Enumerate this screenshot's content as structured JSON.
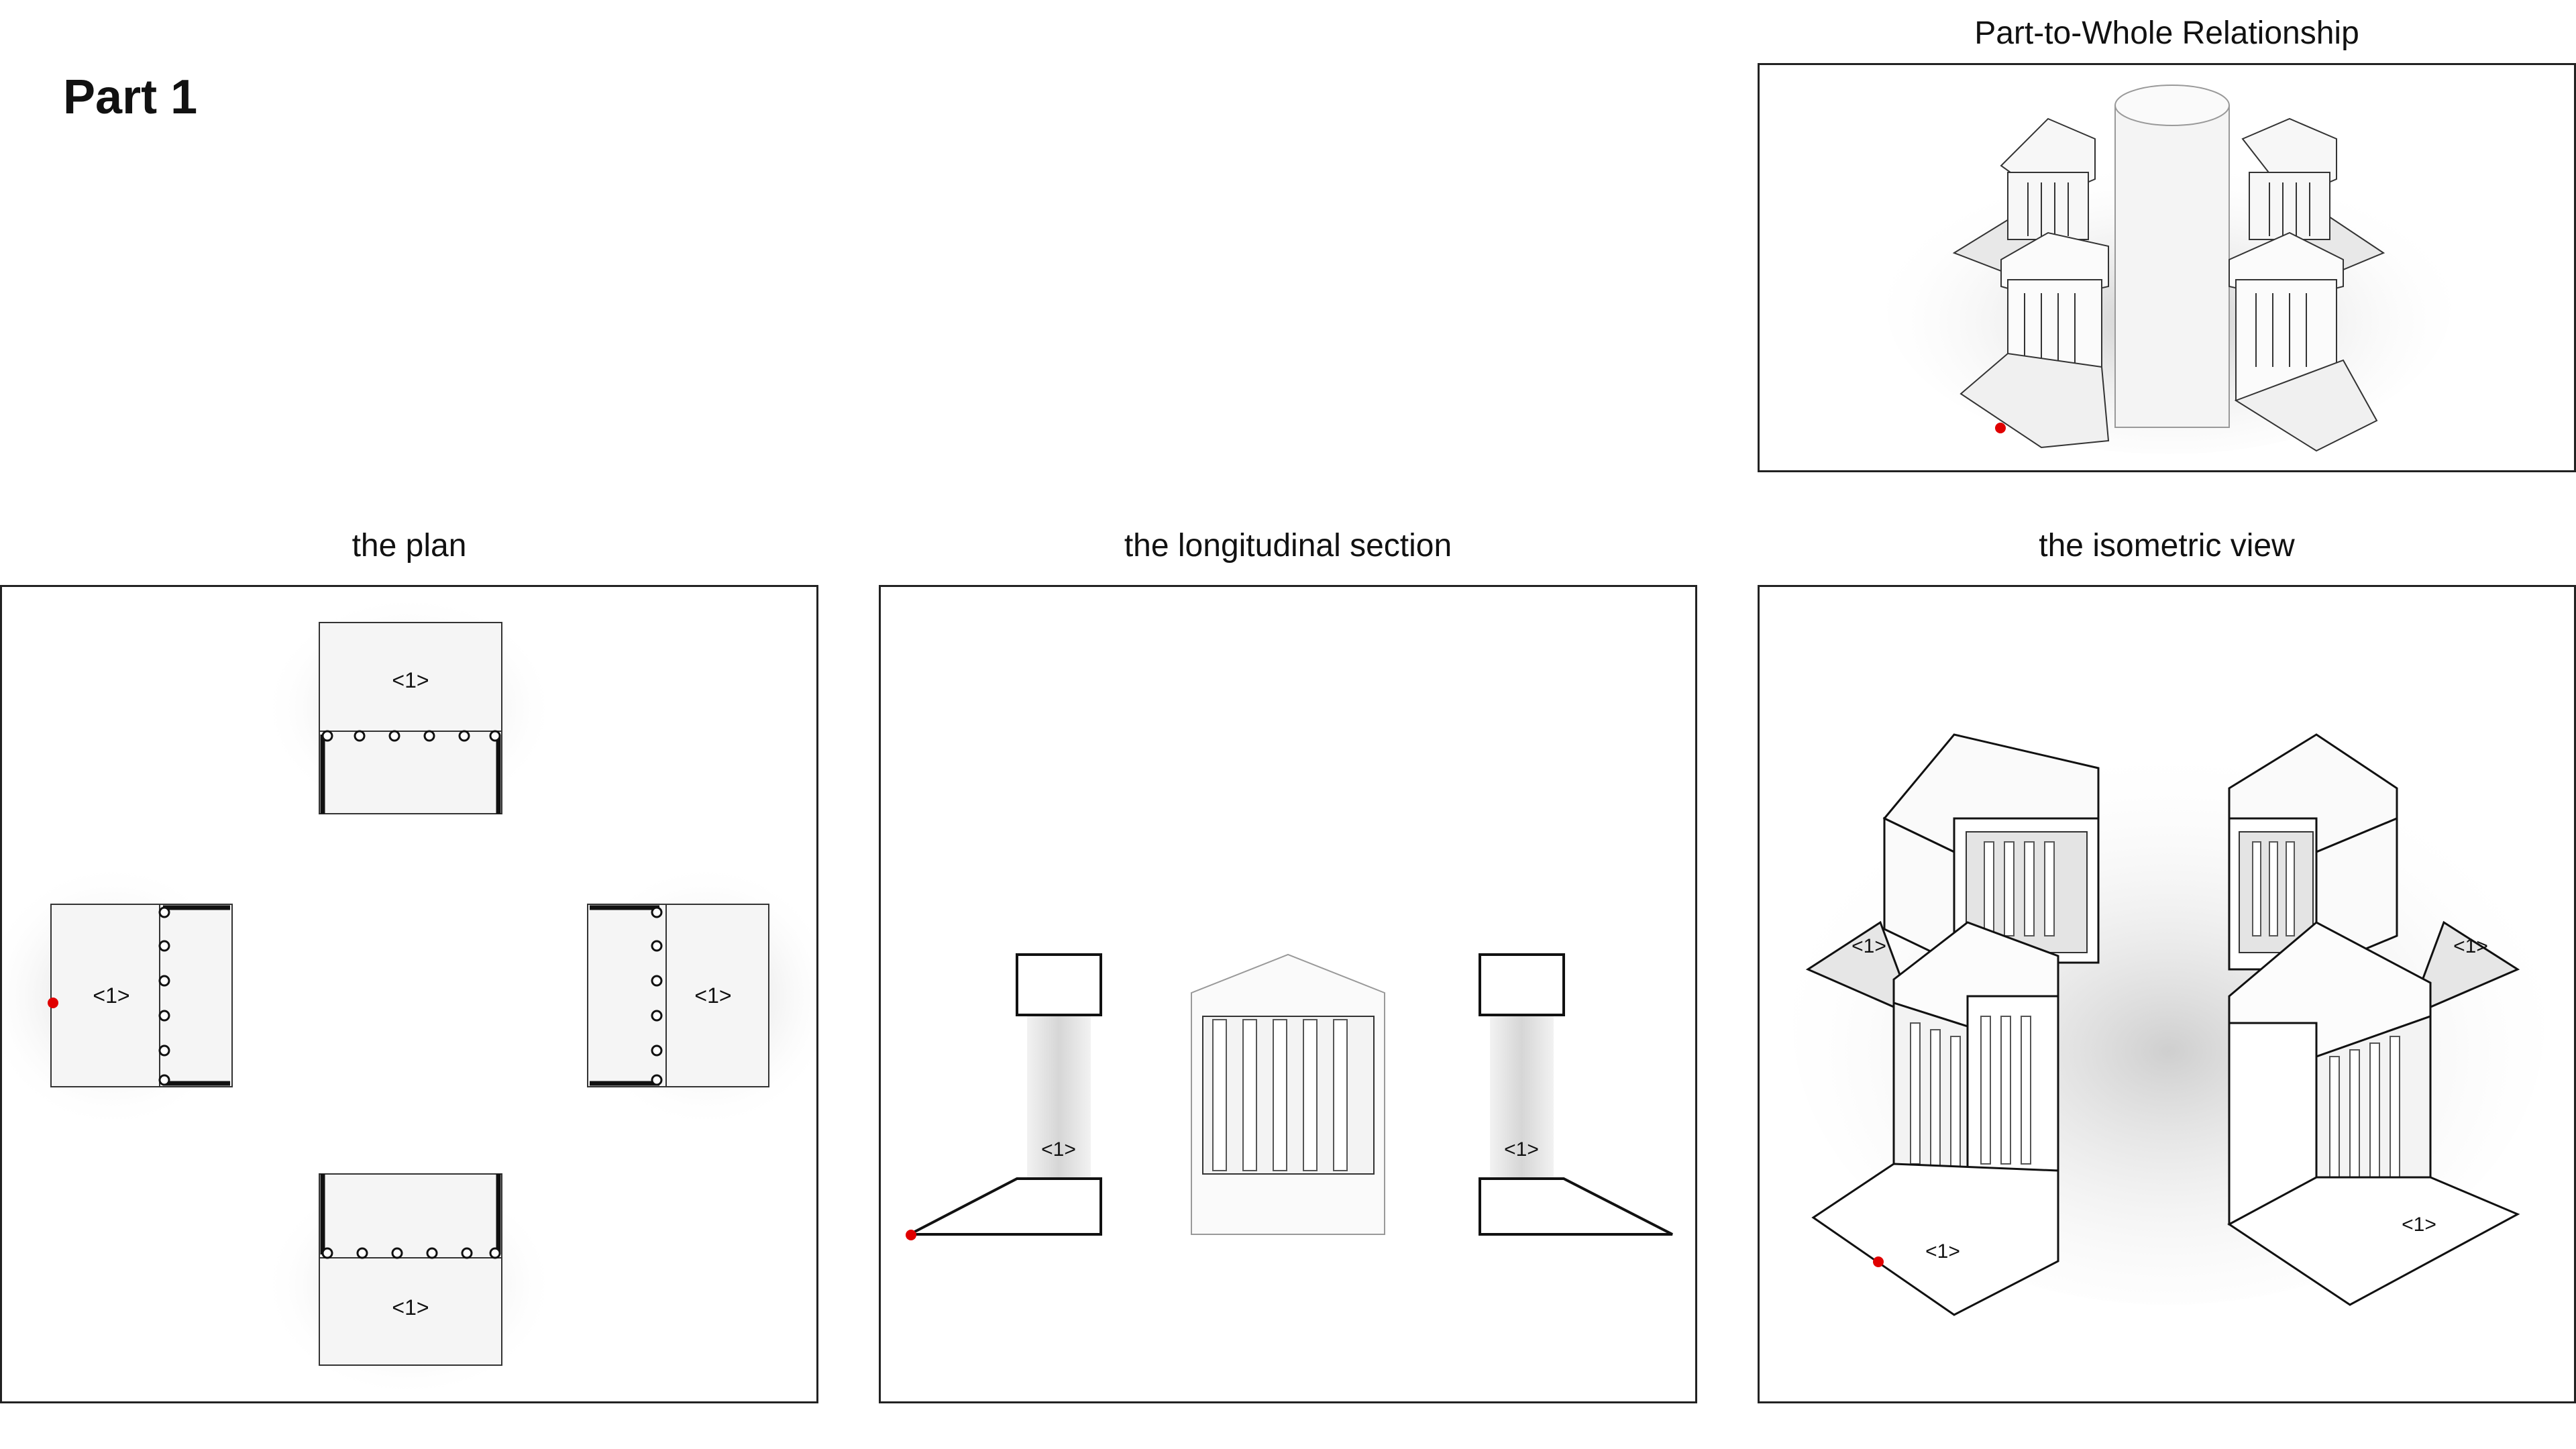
{
  "page": {
    "heading": "Part 1"
  },
  "panels": {
    "whole": {
      "title": "Part-to-Whole Relationship"
    },
    "plan": {
      "title": "the plan",
      "labels": [
        "<1>",
        "<1>",
        "<1>",
        "<1>"
      ]
    },
    "section": {
      "title": "the longitudinal section",
      "labels": [
        "<1>",
        "<1>"
      ]
    },
    "iso": {
      "title": "the isometric view",
      "labels": [
        "<1>",
        "<1>",
        "<1>",
        "<1>"
      ]
    }
  },
  "colors": {
    "marker": "#e00000",
    "line": "#111111",
    "frame": "#222222"
  }
}
